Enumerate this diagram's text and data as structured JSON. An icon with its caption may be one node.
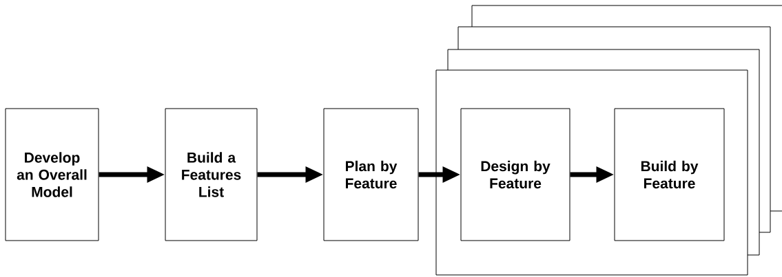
{
  "diagram": {
    "nodes": [
      {
        "text": [
          "Develop an Overall Model"
        ]
      },
      {
        "text": [
          "Build a Features List"
        ]
      },
      {
        "text": [
          "Plan by Feature"
        ]
      },
      {
        "text": [],
        "shape": "box"
      },
      {
        "text": [
          "Design by Feature"
        ],
        "in": 3
      },
      {
        "text": [
          "Build by Feature"
        ],
        "in": 3
      }
    ],
    "edges": [
      {
        "from": 0,
        "to": 1,
        "arrow": "to"
      },
      {
        "from": 1,
        "to": 2,
        "arrow": "to"
      },
      {
        "from": 2,
        "to": 4,
        "arrow": "to"
      },
      {
        "from": 4,
        "to": 5,
        "arrow": "to"
      }
    ]
  }
}
